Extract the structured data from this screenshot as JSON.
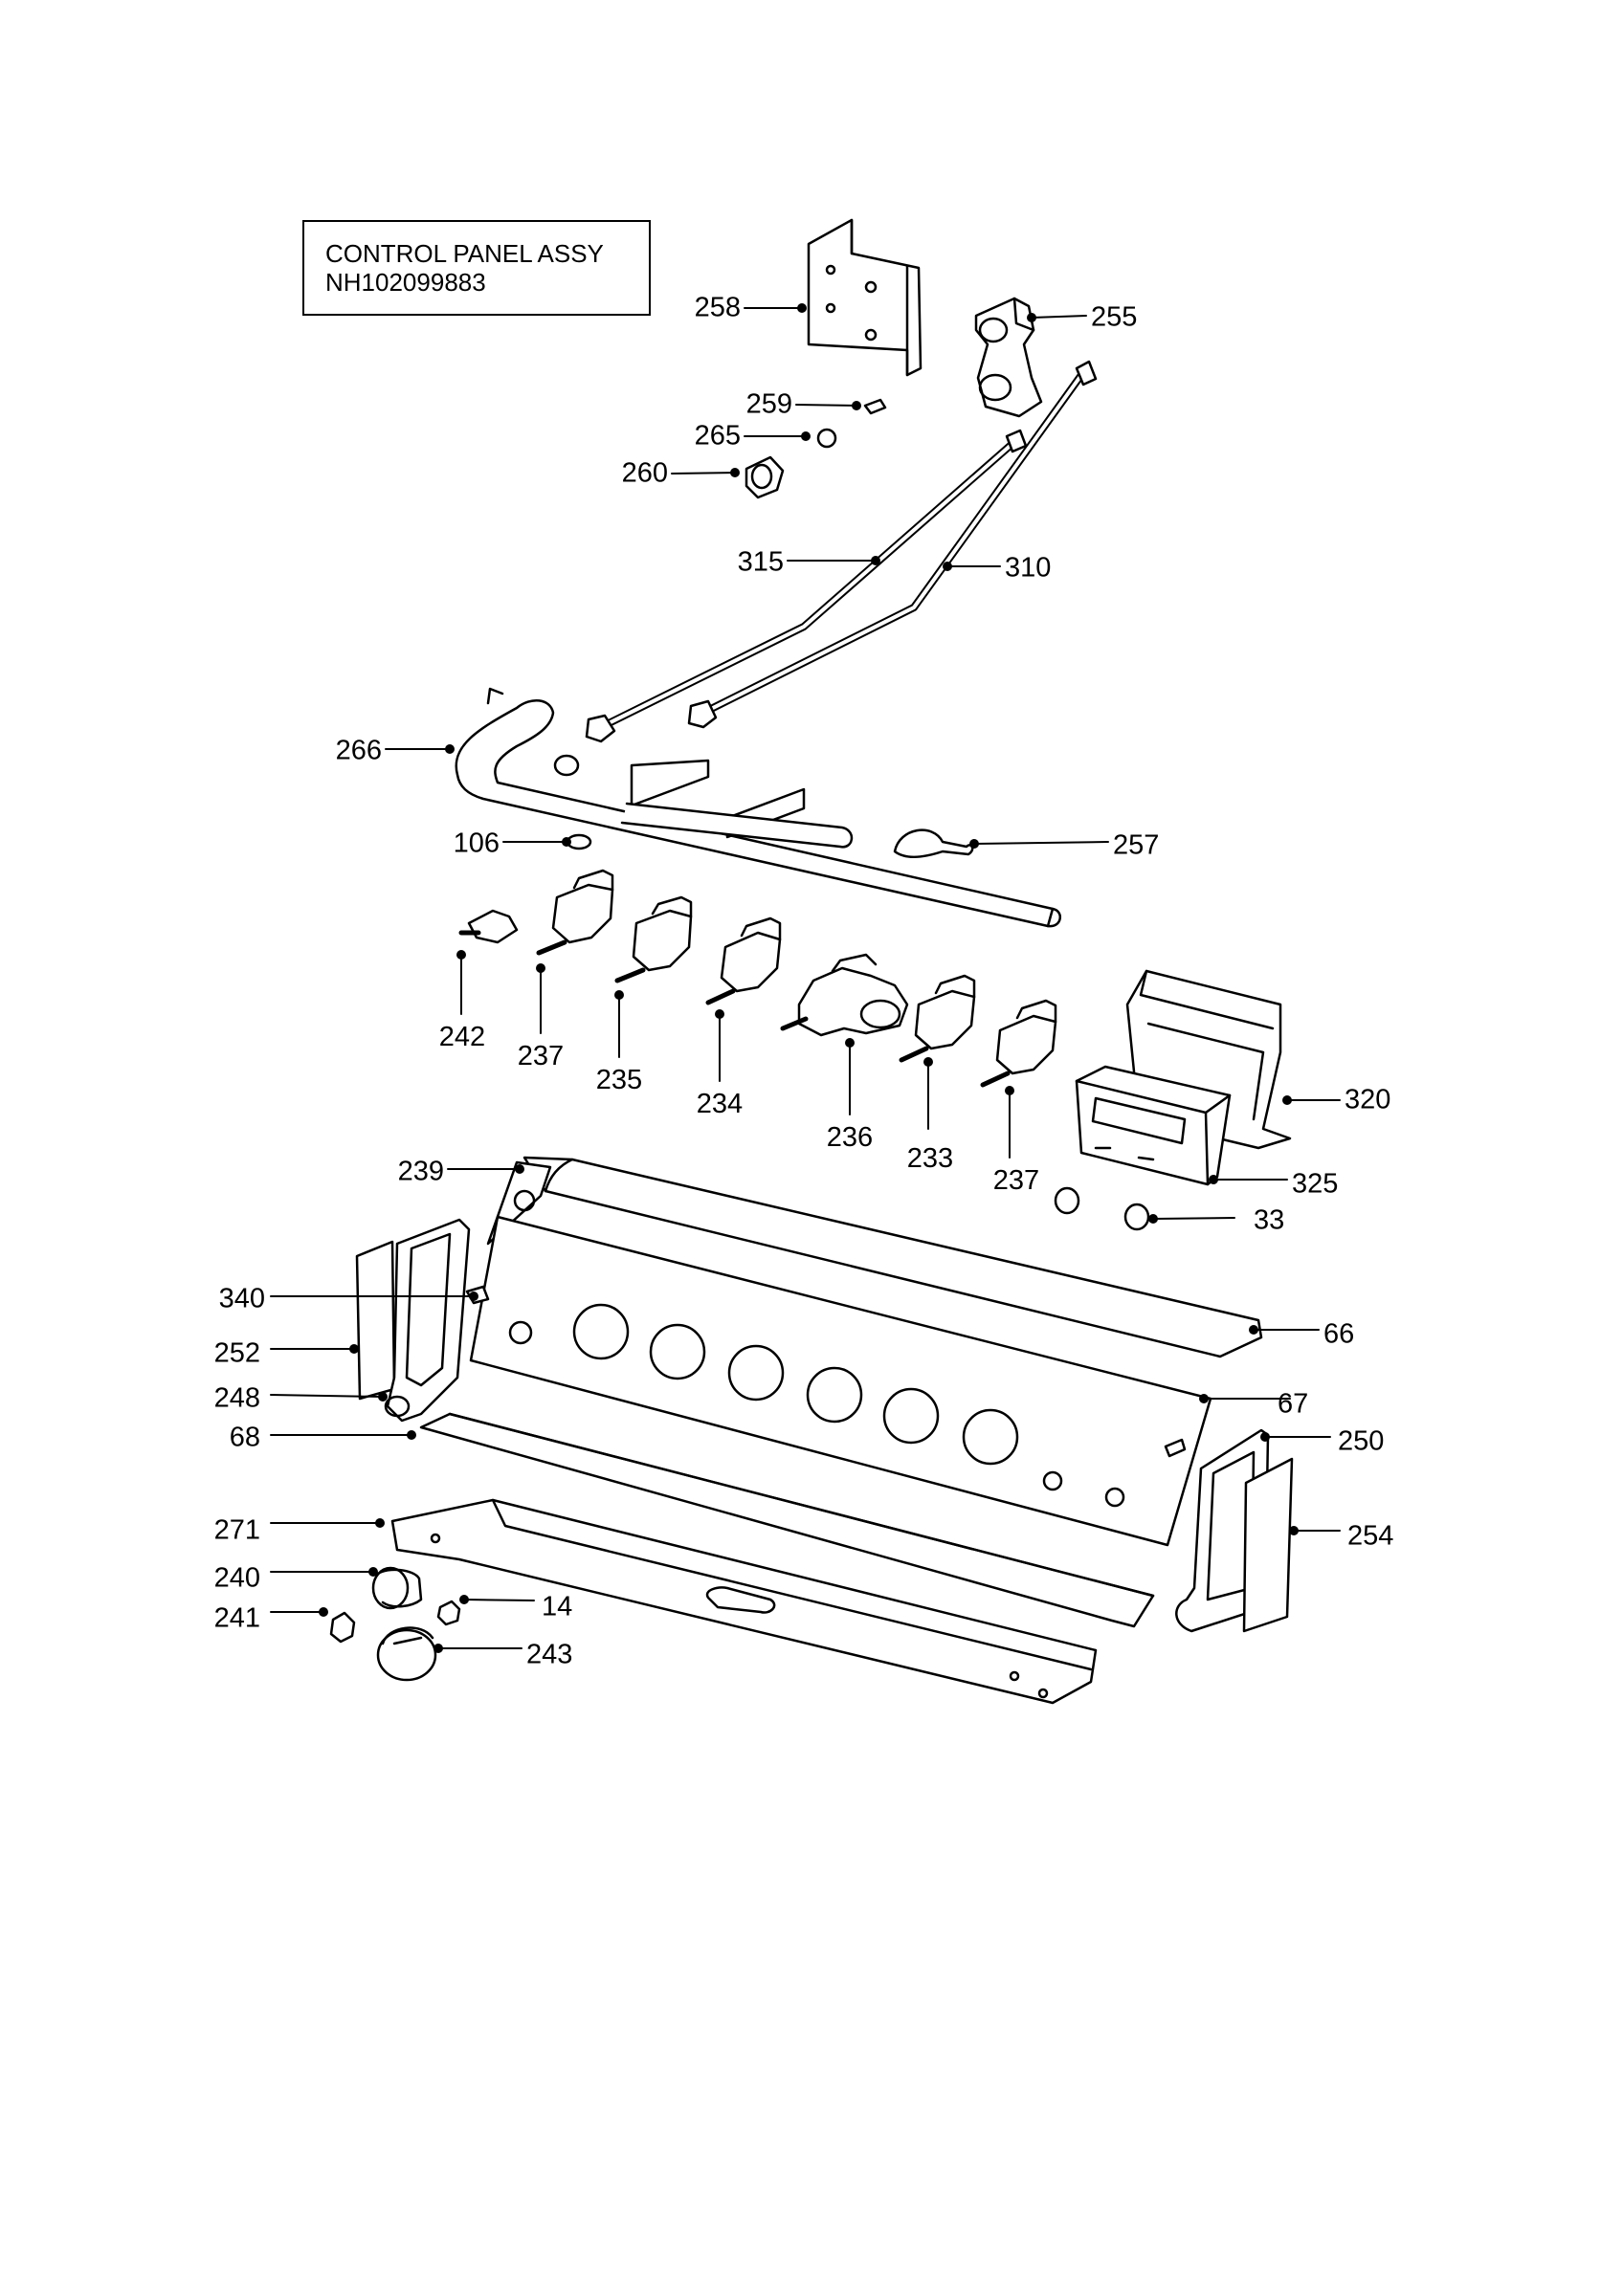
{
  "title": {
    "line1": "CONTROL PANEL ASSY",
    "line2": "NH102099883"
  },
  "callouts": {
    "p258": "258",
    "p255": "255",
    "p259": "259",
    "p265": "265",
    "p260": "260",
    "p315": "315",
    "p310": "310",
    "p266": "266",
    "p106": "106",
    "p257": "257",
    "p242": "242",
    "p237a": "237",
    "p235": "235",
    "p234": "234",
    "p236": "236",
    "p233": "233",
    "p237b": "237",
    "p320": "320",
    "p325": "325",
    "p33": "33",
    "p239": "239",
    "p340": "340",
    "p252": "252",
    "p248": "248",
    "p68": "68",
    "p66": "66",
    "p67": "67",
    "p250": "250",
    "p254": "254",
    "p271": "271",
    "p240": "240",
    "p241": "241",
    "p14": "14",
    "p243": "243"
  }
}
